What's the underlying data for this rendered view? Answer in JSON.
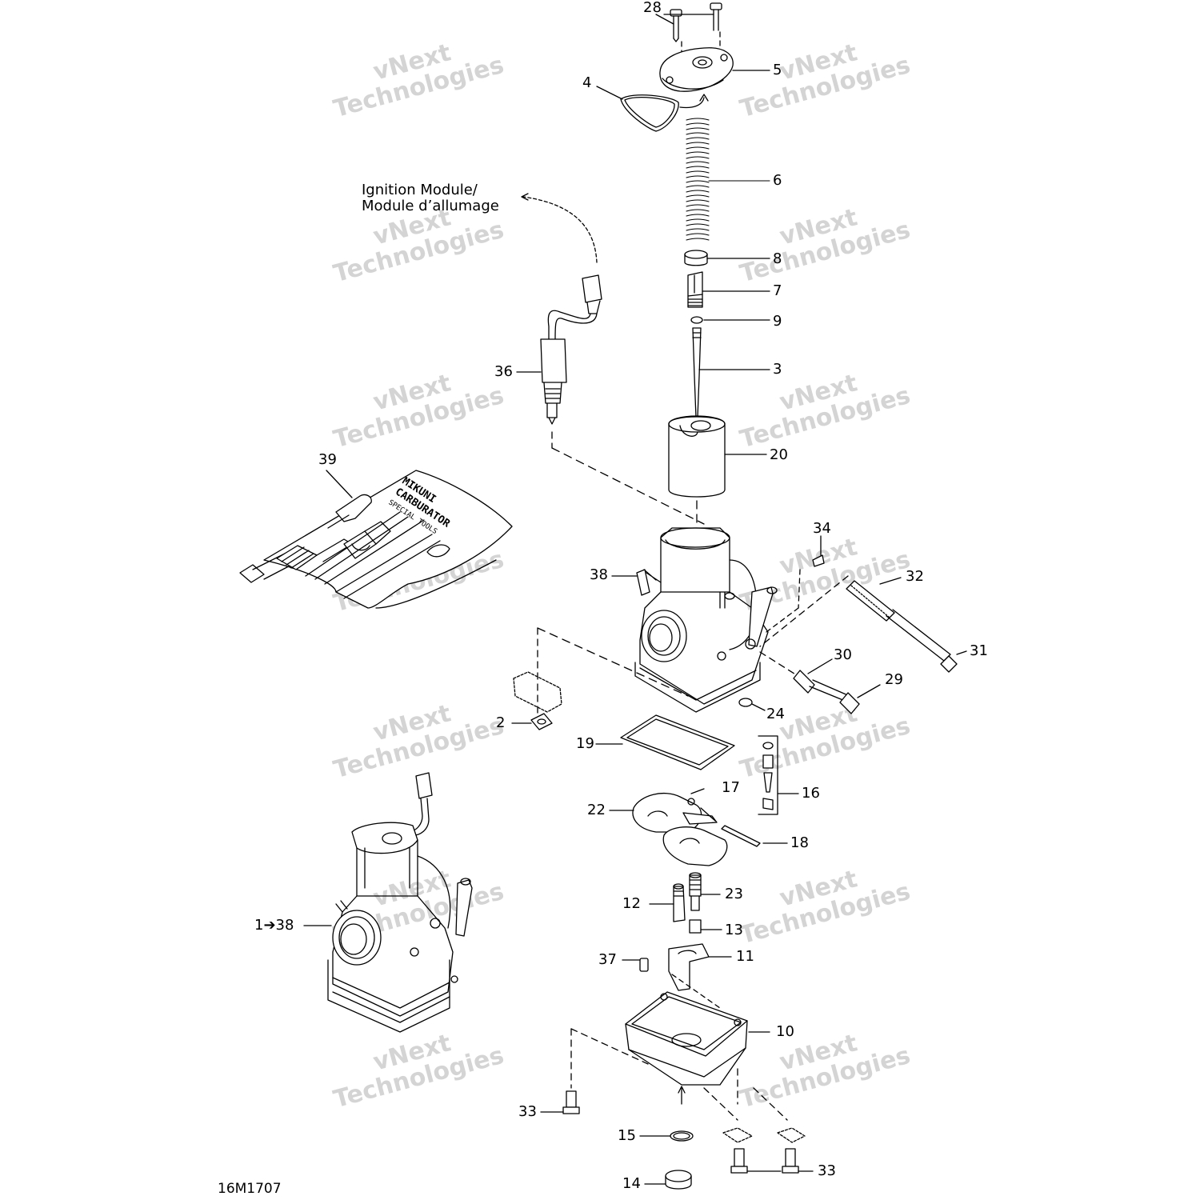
{
  "watermark": {
    "line1": "vNext",
    "line2": "Technologies"
  },
  "ignition_label": {
    "line1": "Ignition Module/",
    "line2": "Module d’allumage"
  },
  "drawing_code": "16M1707",
  "assembly_callout": "1➔38",
  "callouts": {
    "c28": "28",
    "c5": "5",
    "c4": "4",
    "c6": "6",
    "c8": "8",
    "c7": "7",
    "c9": "9",
    "c3": "3",
    "c36": "36",
    "c20": "20",
    "c39": "39",
    "c34": "34",
    "c32": "32",
    "c38": "38",
    "c31": "31",
    "c30": "30",
    "c29": "29",
    "c24": "24",
    "c2": "2",
    "c19": "19",
    "c16": "16",
    "c17": "17",
    "c22": "22",
    "c18": "18",
    "c23": "23",
    "c12": "12",
    "c13": "13",
    "c11": "11",
    "c37": "37",
    "c10": "10",
    "c33a": "33",
    "c15": "15",
    "c14": "14",
    "c33b": "33"
  },
  "tool_kit_text": {
    "line1": "MIKUNI",
    "line2": "CARBURATOR",
    "line3": "SPECIAL TOOLS"
  }
}
